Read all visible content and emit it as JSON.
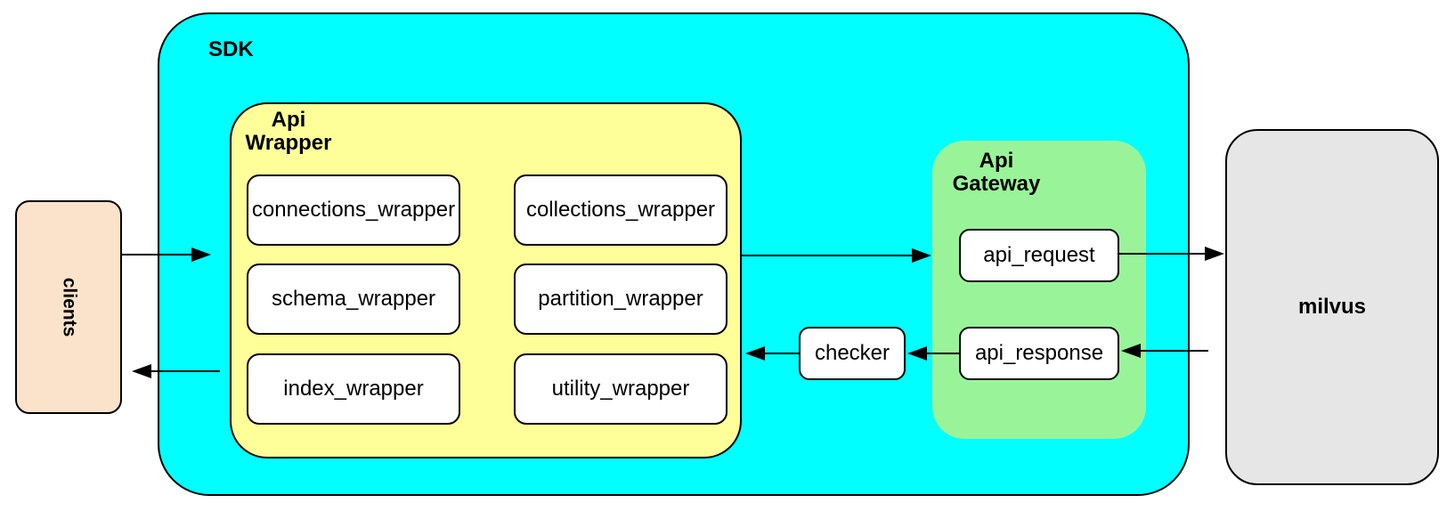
{
  "colors": {
    "sdk-fill": "#00ffff",
    "wrapper-fill": "#ffff99",
    "gateway-fill": "#99f499",
    "clients-fill": "#fbe2cb",
    "milvus-fill": "#e6e6e6",
    "node-fill": "#ffffff",
    "line": "#000000"
  },
  "nodes": {
    "clients": {
      "label": "clients"
    },
    "sdk": {
      "label": "SDK"
    },
    "api_wrapper": {
      "label_line1": "Api",
      "label_line2": "Wrapper",
      "modules": [
        {
          "label": "connections_wrapper"
        },
        {
          "label": "collections_wrapper"
        },
        {
          "label": "schema_wrapper"
        },
        {
          "label": "partition_wrapper"
        },
        {
          "label": "index_wrapper"
        },
        {
          "label": "utility_wrapper"
        }
      ]
    },
    "checker": {
      "label": "checker"
    },
    "api_gateway": {
      "label_line1": "Api",
      "label_line2": "Gateway",
      "request": {
        "label": "api_request"
      },
      "response": {
        "label": "api_response"
      }
    },
    "milvus": {
      "label": "milvus"
    }
  }
}
